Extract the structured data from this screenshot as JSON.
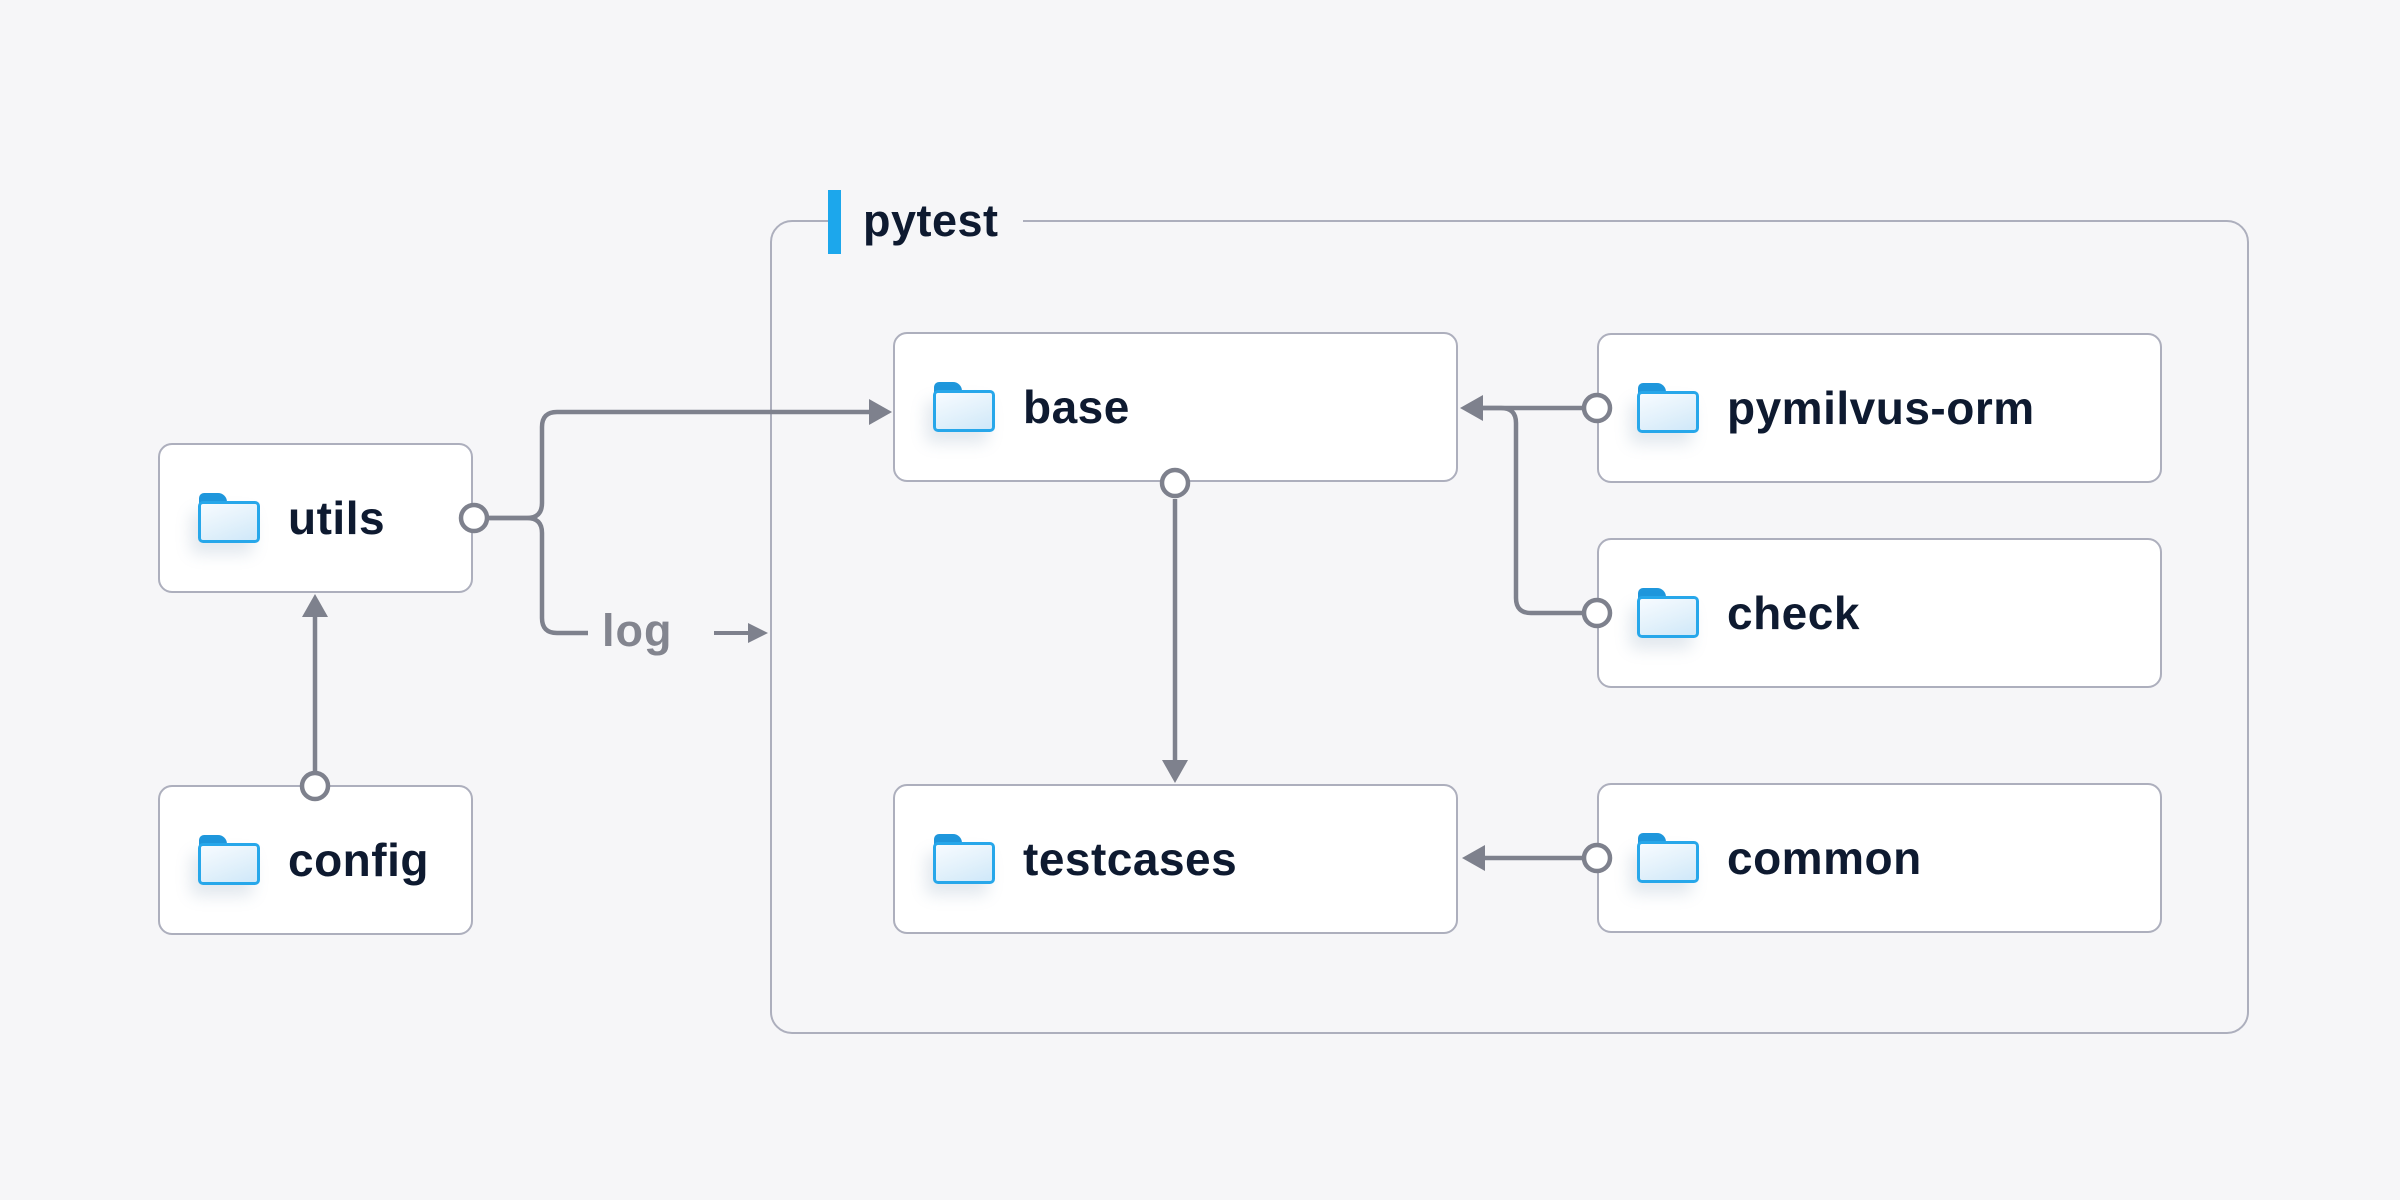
{
  "diagram": {
    "group": {
      "label": "pytest"
    },
    "nodes": {
      "utils": {
        "label": "utils",
        "icon": "folder-icon"
      },
      "config": {
        "label": "config",
        "icon": "folder-icon"
      },
      "base": {
        "label": "base",
        "icon": "folder-icon"
      },
      "testcases": {
        "label": "testcases",
        "icon": "folder-icon"
      },
      "pymilvus_orm": {
        "label": "pymilvus-orm",
        "icon": "folder-icon"
      },
      "check": {
        "label": "check",
        "icon": "folder-icon"
      },
      "common": {
        "label": "common",
        "icon": "folder-icon"
      }
    },
    "edges": {
      "log_label": "log",
      "list": [
        {
          "from": "config",
          "to": "utils",
          "style": "arrow-with-port"
        },
        {
          "from": "utils",
          "to": "base",
          "style": "arrow-with-port"
        },
        {
          "from": "utils",
          "to": "pytest-group",
          "style": "arrow-with-port",
          "label": "log"
        },
        {
          "from": "base",
          "to": "testcases",
          "style": "arrow-with-port"
        },
        {
          "from": "pymilvus-orm",
          "to": "base",
          "style": "arrow-with-port"
        },
        {
          "from": "check",
          "to": "base",
          "style": "arrow-with-port"
        },
        {
          "from": "common",
          "to": "testcases",
          "style": "arrow-with-port"
        }
      ]
    },
    "colors": {
      "background": "#f6f6f8",
      "node_background": "#ffffff",
      "border_gray": "#adafbd",
      "line_gray": "#7e818d",
      "accent_blue": "#1ca7ec",
      "folder_blue": "#27a7ea",
      "folder_tab_blue": "#1f97dc",
      "text_navy": "#0e1a30",
      "label_gray": "#83858f"
    }
  }
}
